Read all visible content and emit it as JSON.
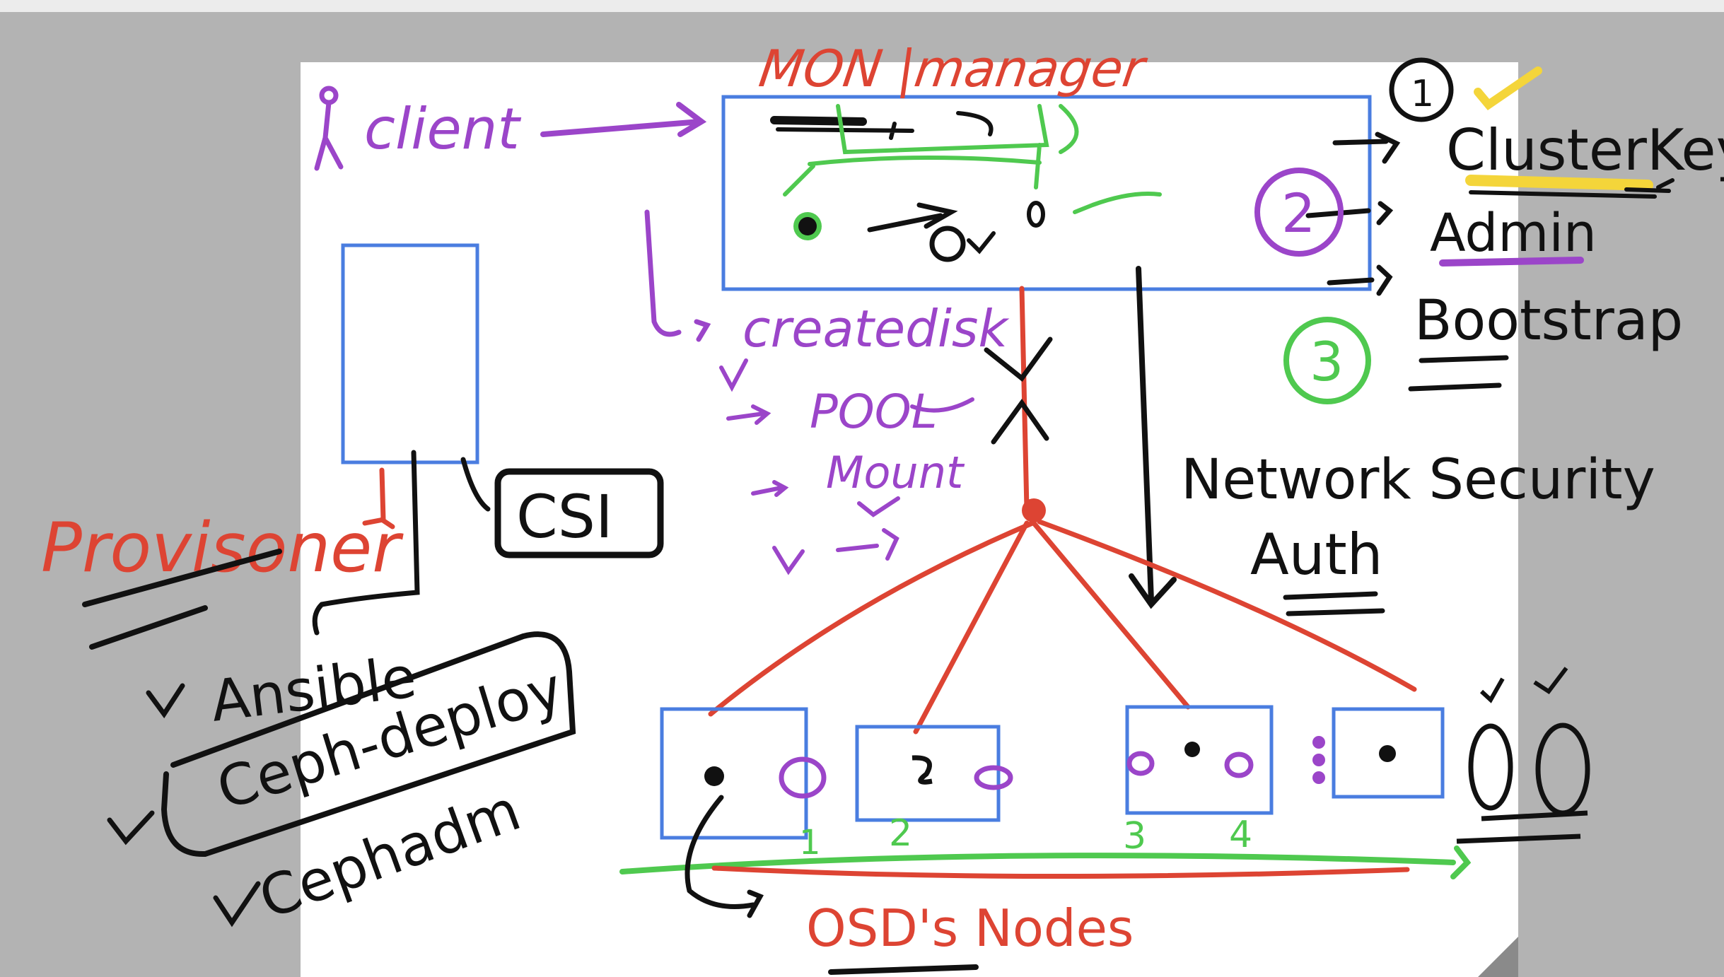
{
  "colors": {
    "background": "#b3b3b3",
    "paper": "#ffffff",
    "box_blue": "#4a7de0",
    "red": "#dd4433",
    "purple": "#9b45c9",
    "green": "#4fc94f",
    "black": "#111111",
    "highlight_yellow": "#f4d53a"
  },
  "labels": {
    "mon_manager": "MON |manager",
    "client": "client",
    "createdisk": "createdisk",
    "pool": "POOL",
    "mount": "Mount",
    "csi": "CSI",
    "provisioner": "Provisoner",
    "ansible": "Ansible",
    "ceph_deploy": "Ceph-deploy",
    "cephadm": "Cephadm",
    "cluster_key": "ClusterKey",
    "admin": "Admin",
    "bootstrap": "Bootstrap",
    "network_security": "Network Security",
    "auth": "Auth",
    "osd_nodes": "OSD's Nodes",
    "step_1": "1",
    "step_2": "2",
    "step_3": "3",
    "node_1": "1",
    "node_2": "2",
    "node_3": "3",
    "node_4": "4"
  }
}
